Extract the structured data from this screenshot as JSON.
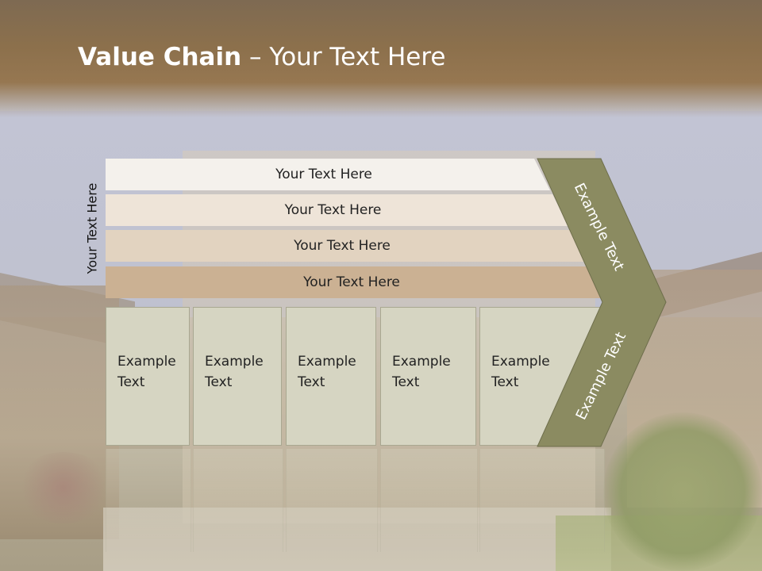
{
  "title": {
    "bold": "Value Chain",
    "rest": " – Your Text Here"
  },
  "vertical_label": "Your Text Here",
  "bars": [
    {
      "label": "Your Text Here",
      "color": "#f4f1ec"
    },
    {
      "label": "Your Text Here",
      "color": "#eee4d8"
    },
    {
      "label": "Your Text Here",
      "color": "#e2d3c0"
    },
    {
      "label": "Your Text Here",
      "color": "#cbb193"
    }
  ],
  "cells": [
    {
      "line1": "Example",
      "line2": "Text"
    },
    {
      "line1": "Example",
      "line2": "Text"
    },
    {
      "line1": "Example",
      "line2": "Text"
    },
    {
      "line1": "Example",
      "line2": "Text"
    },
    {
      "line1": "Example",
      "line2": "Text"
    }
  ],
  "chevron": {
    "top_text": "Example Text",
    "bottom_text": "Example Text",
    "color": "#8b8b61"
  }
}
